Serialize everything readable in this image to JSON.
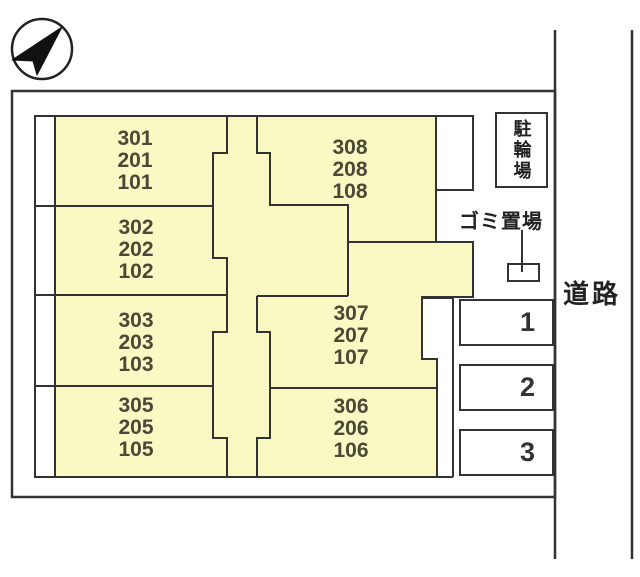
{
  "plan": {
    "icons": {
      "compass": "north-arrow-icon"
    },
    "rooms": [
      {
        "label": "301\n201\n101"
      },
      {
        "label": "302\n202\n102"
      },
      {
        "label": "303\n203\n103"
      },
      {
        "label": "305\n205\n105"
      },
      {
        "label": "308\n208\n108"
      },
      {
        "label": "307\n207\n107"
      },
      {
        "label": "306\n206\n106"
      }
    ],
    "facilities": {
      "bike_parking_label": "駐輪場",
      "garbage_label": "ゴミ置場"
    },
    "parking_spaces": [
      "1",
      "2",
      "3"
    ],
    "road_label": "道路",
    "colors": {
      "room_fill": "#faf8c3",
      "line": "#333333",
      "room_text": "#4a4836",
      "label_text": "#222222"
    }
  }
}
